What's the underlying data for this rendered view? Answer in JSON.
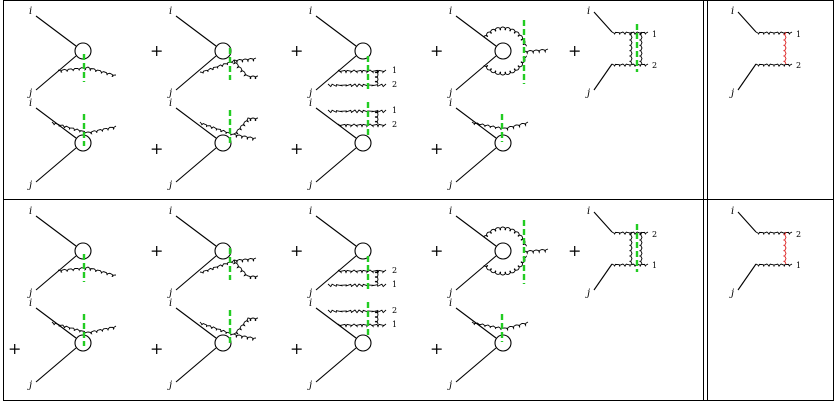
{
  "labels": {
    "leg_top": "i",
    "leg_bottom": "j"
  },
  "operator": "+",
  "colors": {
    "cut": "#22cc22",
    "exchange": "#dd2222",
    "line": "#000000"
  },
  "blocks": [
    {
      "name": "block-1",
      "rows": [
        {
          "leading_plus": false,
          "diagrams": [
            {
              "variant": "bottom-single"
            },
            {
              "variant": "bottom-triangle"
            },
            {
              "variant": "bottom-pair",
              "gluon_labels": [
                "1",
                "2"
              ]
            },
            {
              "variant": "loop"
            },
            {
              "variant": "ladder",
              "gluon_labels": [
                "1",
                "2"
              ]
            }
          ]
        },
        {
          "leading_plus": false,
          "diagrams": [
            {
              "variant": "top-single"
            },
            {
              "variant": "top-triangle"
            },
            {
              "variant": "top-pair",
              "gluon_labels": [
                "1",
                "2"
              ]
            },
            {
              "variant": "top-short"
            }
          ]
        }
      ],
      "side": {
        "variant": "ladder-red",
        "gluon_labels": [
          "1",
          "2"
        ]
      }
    },
    {
      "name": "block-2",
      "rows": [
        {
          "leading_plus": false,
          "diagrams": [
            {
              "variant": "bottom-single"
            },
            {
              "variant": "bottom-triangle"
            },
            {
              "variant": "bottom-pair",
              "gluon_labels": [
                "2",
                "1"
              ]
            },
            {
              "variant": "loop"
            },
            {
              "variant": "ladder",
              "gluon_labels": [
                "2",
                "1"
              ]
            }
          ]
        },
        {
          "leading_plus": true,
          "diagrams": [
            {
              "variant": "top-single"
            },
            {
              "variant": "top-triangle"
            },
            {
              "variant": "top-pair",
              "gluon_labels": [
                "2",
                "1"
              ]
            },
            {
              "variant": "top-short"
            }
          ]
        }
      ],
      "side": {
        "variant": "ladder-red",
        "gluon_labels": [
          "2",
          "1"
        ]
      }
    }
  ]
}
